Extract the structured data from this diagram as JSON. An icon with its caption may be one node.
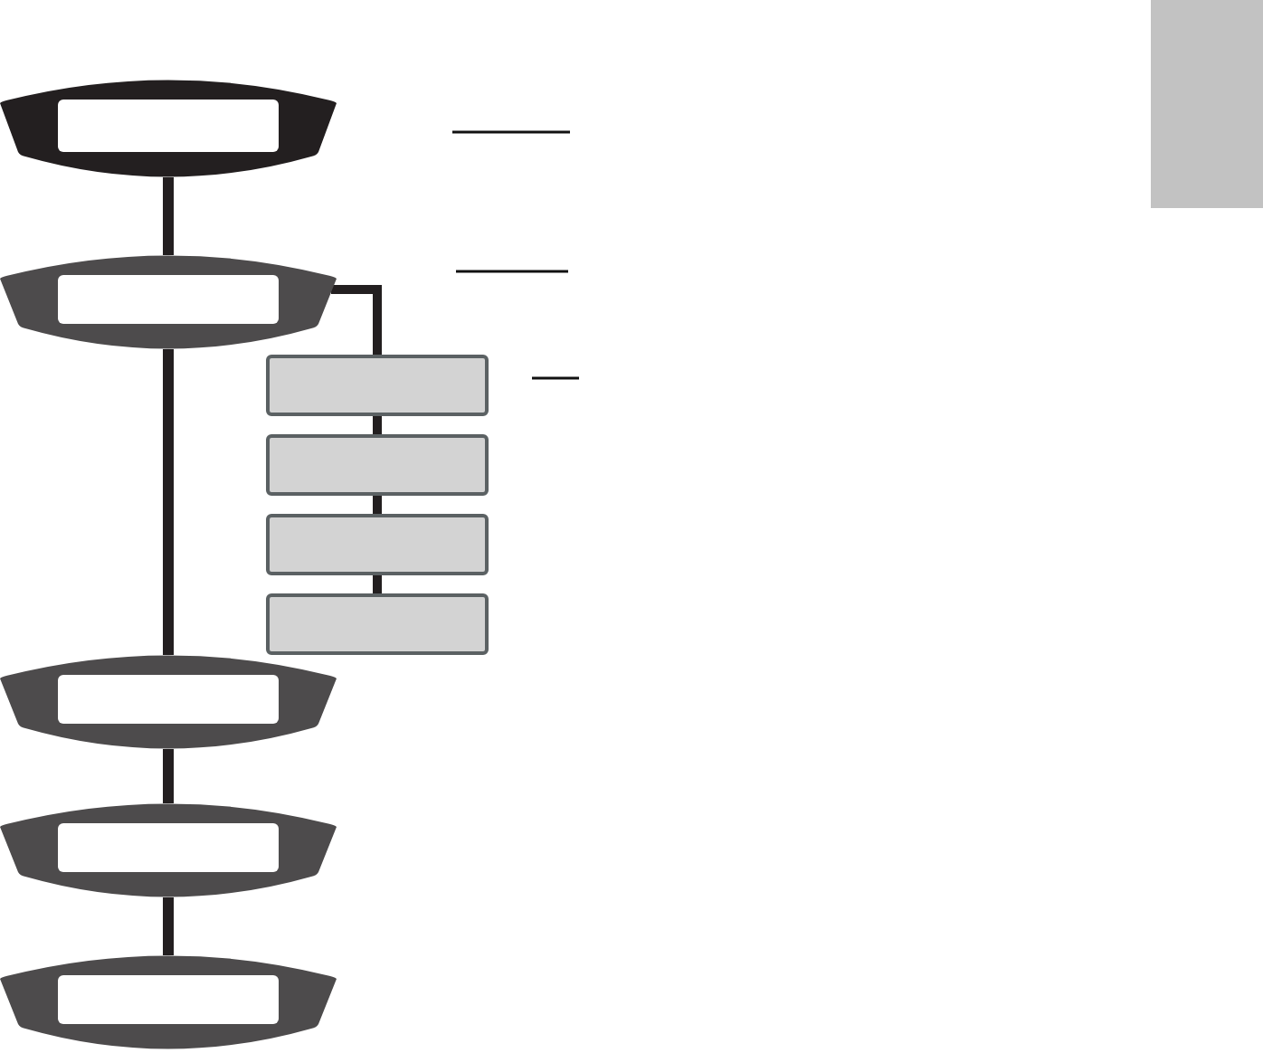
{
  "diagram": {
    "nodes": [
      {
        "text": [],
        "shape": "barrel"
      },
      {
        "text": [],
        "shape": "barrel"
      },
      {
        "text": [],
        "shape": "box"
      },
      {
        "text": [],
        "shape": "box"
      },
      {
        "text": [],
        "shape": "box"
      },
      {
        "text": [],
        "shape": "box"
      },
      {
        "text": [],
        "shape": "barrel"
      },
      {
        "text": [],
        "shape": "barrel"
      },
      {
        "text": [],
        "shape": "barrel"
      },
      {
        "text": [],
        "shape": "bar"
      }
    ],
    "edges": [
      {
        "from": 0,
        "to": 1,
        "arrow": "none"
      },
      {
        "from": 1,
        "to": 2,
        "arrow": "none"
      },
      {
        "from": 2,
        "to": 3,
        "arrow": "none"
      },
      {
        "from": 3,
        "to": 4,
        "arrow": "none"
      },
      {
        "from": 4,
        "to": 5,
        "arrow": "none"
      },
      {
        "from": 1,
        "to": 6,
        "arrow": "none"
      },
      {
        "from": 6,
        "to": 7,
        "arrow": "none"
      },
      {
        "from": 7,
        "to": 8,
        "arrow": "none"
      }
    ]
  }
}
